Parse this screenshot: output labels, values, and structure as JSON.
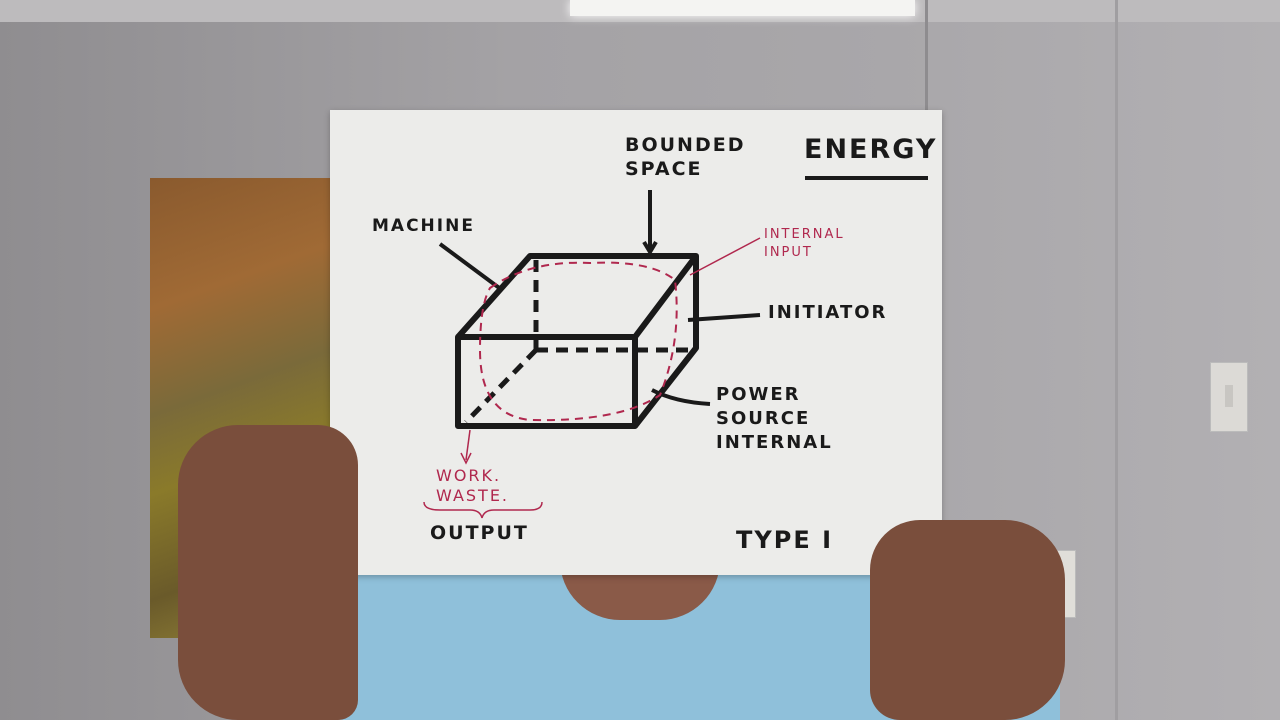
{
  "scene": {
    "description": "Person in light blue t-shirt holding hand-drawn diagram in front of face, office wall background"
  },
  "diagram": {
    "title": "ENERGY",
    "labels": {
      "bounded_space_line1": "BOUNDED",
      "bounded_space_line2": "SPACE",
      "machine": "MACHINE",
      "internal_input_line1": "INTERNAL",
      "internal_input_line2": "INPUT",
      "initiator": "INITIATOR",
      "power_source_line1": "POWER",
      "power_source_line2": "SOURCE",
      "power_source_line3": "INTERNAL",
      "work": "WORK.",
      "waste": "WASTE.",
      "output": "OUTPUT",
      "type": "TYPE I"
    },
    "colors": {
      "ink": "#1a1a1a",
      "red_ink": "#b0284e",
      "paper": "#ececea"
    }
  }
}
